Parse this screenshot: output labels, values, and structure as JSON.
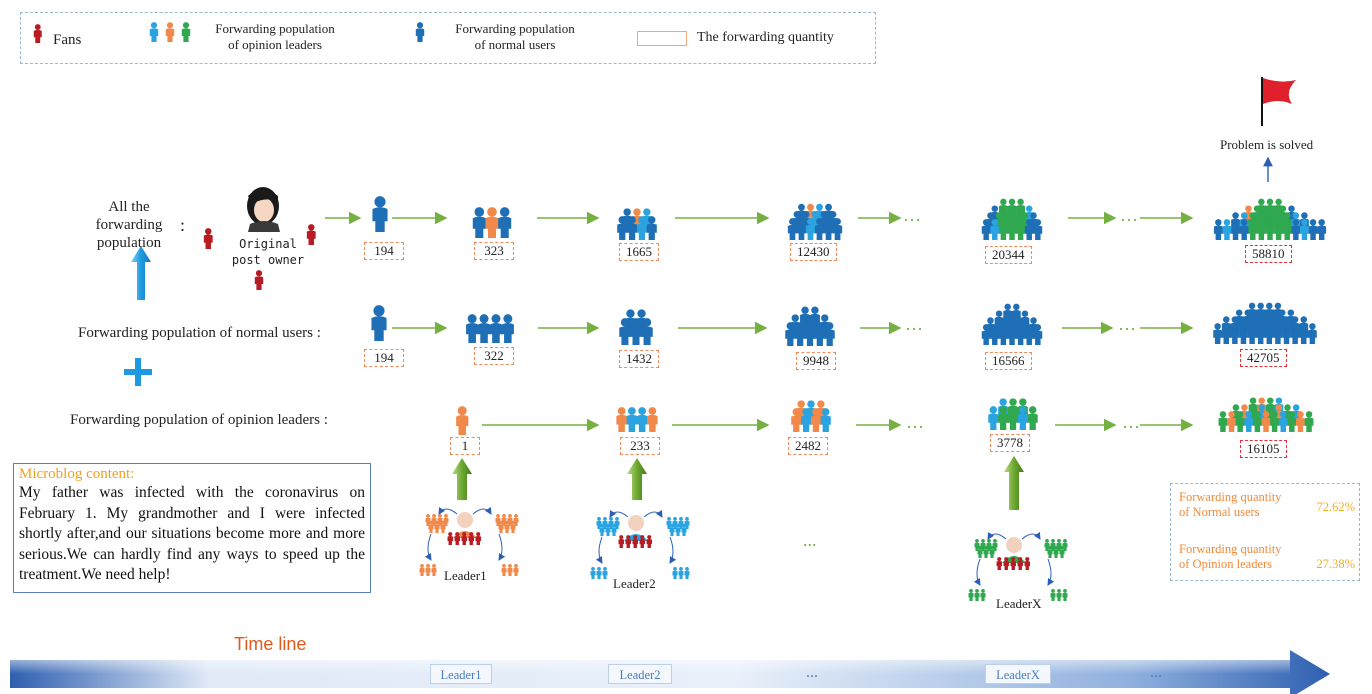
{
  "legend": {
    "fans": "Fans",
    "opinion_leaders_1": "Forwarding population",
    "opinion_leaders_2": "of opinion leaders",
    "normal_users_1": "Forwarding population",
    "normal_users_2": "of normal users",
    "quantity": "The forwarding quantity"
  },
  "labels": {
    "all_1": "All the",
    "all_2": "forwarding",
    "all_3": "population",
    "colon": ":",
    "original_1": "Original",
    "original_2": "post owner",
    "normal_row": "Forwarding population of normal users :",
    "leader_row": "Forwarding population of opinion leaders :",
    "problem_solved": "Problem is solved",
    "ellipsis": "…",
    "dots": "..."
  },
  "all_counts": [
    "194",
    "323",
    "1665",
    "12430",
    "20344",
    "58810"
  ],
  "normal_counts": [
    "194",
    "322",
    "1432",
    "9948",
    "16566",
    "42705"
  ],
  "leader_counts": [
    "1",
    "233",
    "2482",
    "3778",
    "16105"
  ],
  "leaders": [
    "Leader1",
    "Leader2",
    "LeaderX"
  ],
  "microblog": {
    "title": "Microblog content:",
    "body": "My father was infected with the coronavirus on February 1. My grandmother and I were infected shortly after,and our situations become more and more serious.We can hardly find any ways to speed up the treatment.We need help!"
  },
  "stats": {
    "normal_label_1": "Forwarding quantity",
    "normal_label_2": "of Normal users",
    "normal_value": "72.62%",
    "leader_label_1": "Forwarding quantity",
    "leader_label_2": "of Opinion leaders",
    "leader_value": "27.38%"
  },
  "timeline": {
    "label": "Time line",
    "marks": [
      "Leader1",
      "Leader2",
      "...",
      "LeaderX",
      "..."
    ]
  },
  "colors": {
    "fan": "#b81c22",
    "normal": "#1e6fb5",
    "orange": "#f0894a",
    "blue_light": "#2aa3e0",
    "green": "#2fa84f",
    "arrow": "#76b041",
    "red_flag": "#e0202a"
  }
}
